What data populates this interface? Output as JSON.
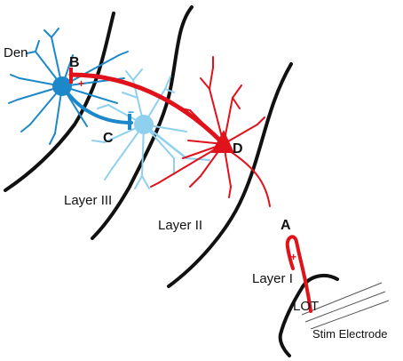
{
  "labels": {
    "den": "Den",
    "layer3": "Layer III",
    "layer2": "Layer II",
    "layer1": "Layer I",
    "lot": "LOT",
    "stim": "Stim Electrode",
    "a": "A",
    "b": "B",
    "c": "C",
    "d": "D",
    "plus_a": "+",
    "plus_b": "+",
    "minus_c": "−"
  },
  "colors": {
    "boundary": "#111111",
    "excitatory": "#e0121b",
    "inhibitory_dark": "#1c88c9",
    "inhibitory_light": "#8fd0ef",
    "electrode": "#555555"
  },
  "icons": [
    "pyramidal-neuron-icon",
    "interneuron-icon",
    "electrode-icon"
  ]
}
